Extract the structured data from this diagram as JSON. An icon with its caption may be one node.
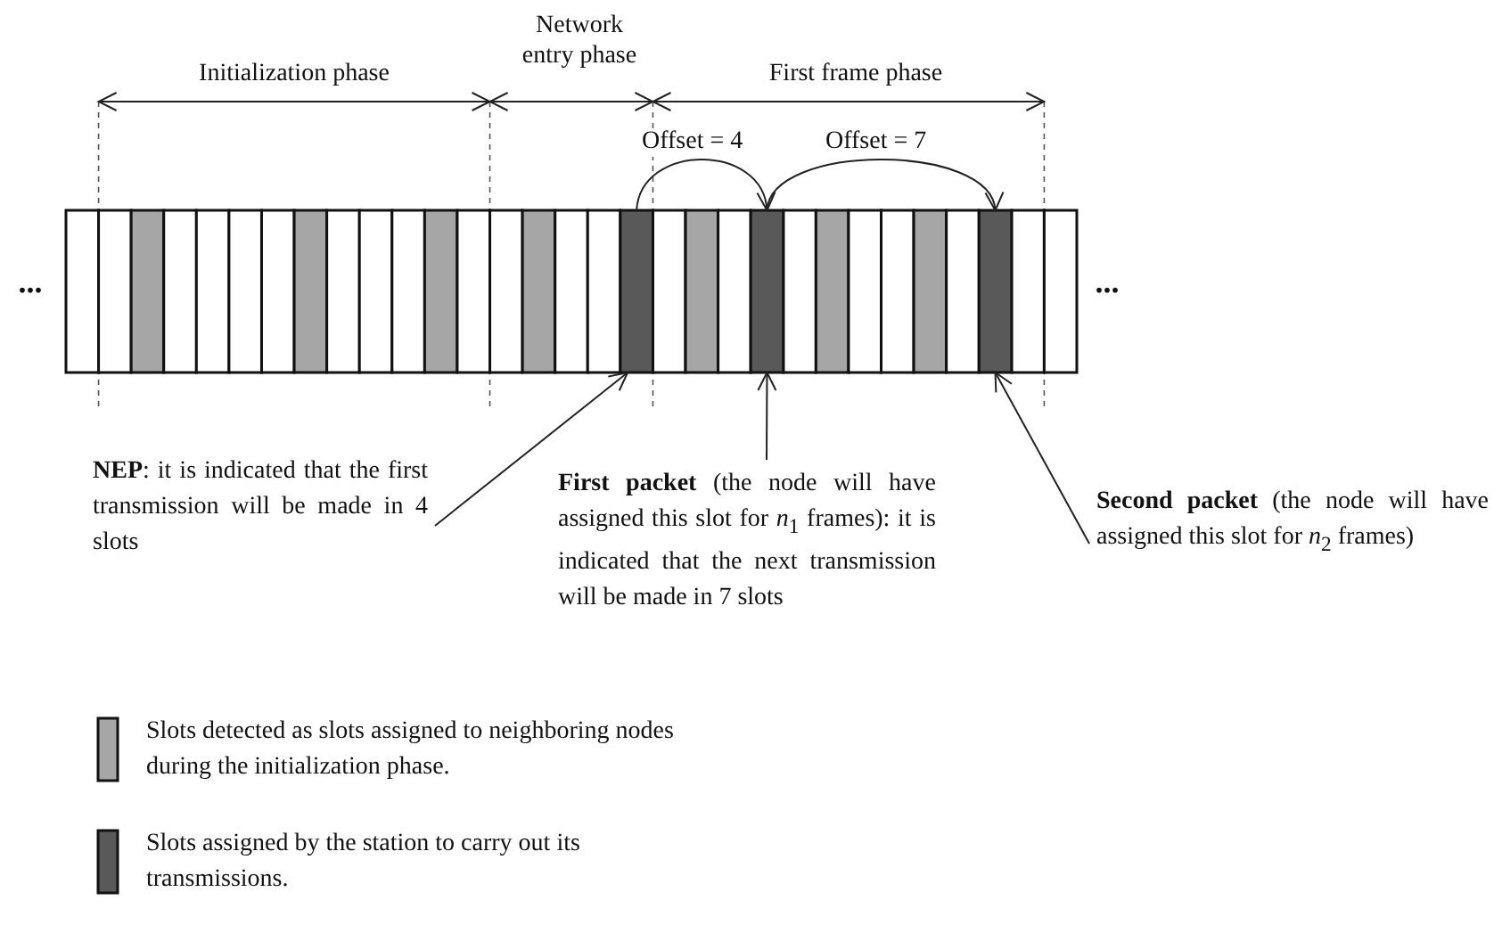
{
  "diagram": {
    "nodes": [
      {
        "text": [],
        "shape": "bar"
      },
      {
        "text": [],
        "shape": "bar"
      },
      {
        "text": [],
        "shape": "bar"
      },
      {
        "text": [
          "**NEP**: it is indicated that the first transmission will be made in 4 slots"
        ]
      },
      {
        "text": [
          "**First packet** (the node will have assigned this slot for *n*$_{1}$ frames): it is indicated that the next transmission will be made in 7 slots"
        ]
      },
      {
        "text": [
          "**Second packet** (the node will have assigned this slot for *n*$_{2}$ frames)"
        ]
      }
    ],
    "edges": [
      {
        "from": 0,
        "to": 1,
        "arrow": "to",
        "label": "Offset = 4"
      },
      {
        "from": 1,
        "to": 2,
        "arrow": "to",
        "label": "Offset = 7"
      },
      {
        "from": 3,
        "to": 0,
        "arrow": "to"
      },
      {
        "from": 4,
        "to": 1,
        "arrow": "to"
      },
      {
        "from": 5,
        "to": 2,
        "arrow": "to"
      }
    ],
    "labels": [
      "Initialization phase",
      "Network entry phase",
      "First frame phase",
      "...",
      "..."
    ],
    "legend": [
      {
        "text": "Slots detected as slots assigned to neighboring nodes during the initialization phase.",
        "color": "#a6a6a6"
      },
      {
        "text": "Slots assigned by the station to carry out its transmissions.",
        "color": "#595959"
      }
    ]
  }
}
